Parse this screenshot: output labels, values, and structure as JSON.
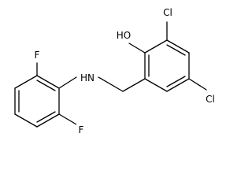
{
  "molecule": {
    "labels": {
      "hydroxyl": "HO",
      "chlorine_top": "Cl",
      "chlorine_right": "Cl",
      "amine": "HN",
      "fluorine_top": "F",
      "fluorine_bottom": "F"
    },
    "colors": {
      "bond": "#000000",
      "label": "#000000",
      "background": "#ffffff"
    }
  }
}
